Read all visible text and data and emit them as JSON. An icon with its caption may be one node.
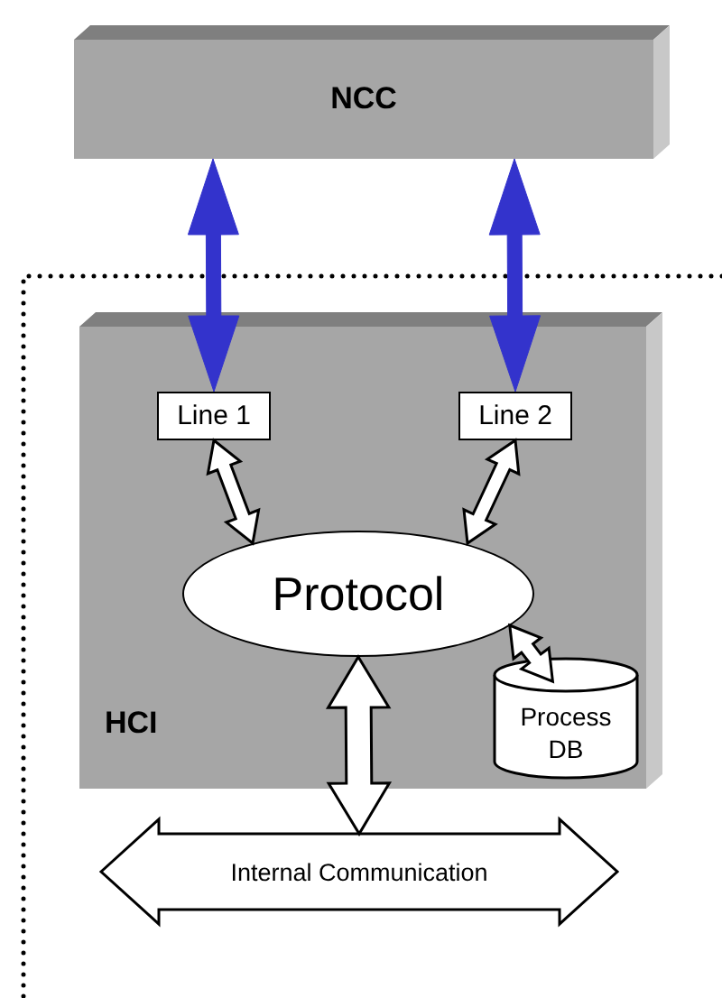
{
  "diagram": {
    "nodes": [
      {
        "text": [
          "NCC"
        ]
      },
      {
        "text": [
          "HCI"
        ]
      },
      {
        "text": [
          "Line 1"
        ],
        "in": 1
      },
      {
        "text": [
          "Line 2"
        ],
        "in": 1
      },
      {
        "text": [
          "Protocol"
        ],
        "in": 1
      },
      {
        "text": [
          "Process DB"
        ],
        "in": 1
      },
      {
        "text": [
          "Internal Communication"
        ]
      }
    ],
    "edges": [
      {
        "from": 0,
        "to": 2,
        "arrow": "both",
        "color": "#3333cc"
      },
      {
        "from": 0,
        "to": 3,
        "arrow": "both",
        "color": "#3333cc"
      },
      {
        "from": 2,
        "to": 4,
        "arrow": "both"
      },
      {
        "from": 3,
        "to": 4,
        "arrow": "both"
      },
      {
        "from": 4,
        "to": 5,
        "arrow": "both"
      },
      {
        "from": 4,
        "to": 6,
        "arrow": "both"
      }
    ]
  }
}
